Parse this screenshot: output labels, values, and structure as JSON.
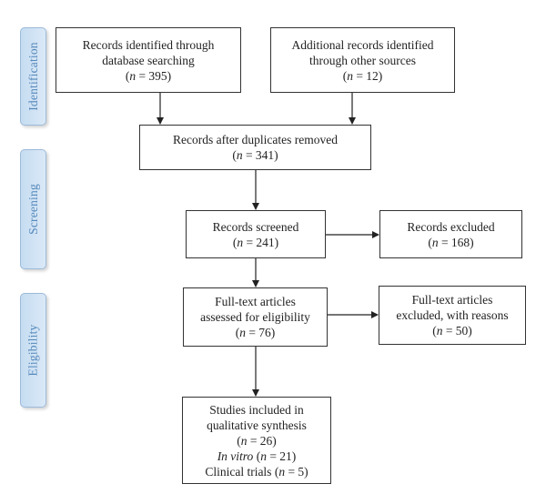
{
  "stages": {
    "identification": "Identification",
    "screening": "Screening",
    "eligibility": "Eligibility"
  },
  "boxes": {
    "db_search": {
      "line1": "Records identified through",
      "line2": "database searching",
      "n_prefix": "(",
      "n_var": "n",
      "n_value": " = 395)"
    },
    "other_sources": {
      "line1": "Additional records identified",
      "line2": "through other sources",
      "n_prefix": "(",
      "n_var": "n",
      "n_value": " = 12)"
    },
    "duplicates_removed": {
      "line1": "Records after duplicates removed",
      "n_prefix": "(",
      "n_var": "n",
      "n_value": " = 341)"
    },
    "screened": {
      "line1": "Records screened",
      "n_prefix": "(",
      "n_var": "n",
      "n_value": " = 241)"
    },
    "excluded": {
      "line1": "Records excluded",
      "n_prefix": "(",
      "n_var": "n",
      "n_value": " = 168)"
    },
    "fulltext_assessed": {
      "line1": "Full-text articles",
      "line2": "assessed for eligibility",
      "n_prefix": "(",
      "n_var": "n",
      "n_value": " = 76)"
    },
    "fulltext_excluded": {
      "line1": "Full-text articles",
      "line2": "excluded, with reasons",
      "n_prefix": "(",
      "n_var": "n",
      "n_value": " = 50)"
    },
    "included": {
      "line1": "Studies included in",
      "line2": "qualitative synthesis",
      "n_prefix": "(",
      "n_var": "n",
      "n_value": " = 26)",
      "invitro_label": "In vitro",
      "invitro_prefix": " (",
      "invitro_var": "n",
      "invitro_value": " = 21)",
      "clinical_label": "Clinical trials (",
      "clinical_var": "n",
      "clinical_value": " = 5)"
    }
  },
  "colors": {
    "stage_fill": "#c5dcf1",
    "stage_border": "#9cbad8",
    "stage_text": "#5588bb",
    "box_border": "#333333",
    "arrow": "#222222"
  }
}
